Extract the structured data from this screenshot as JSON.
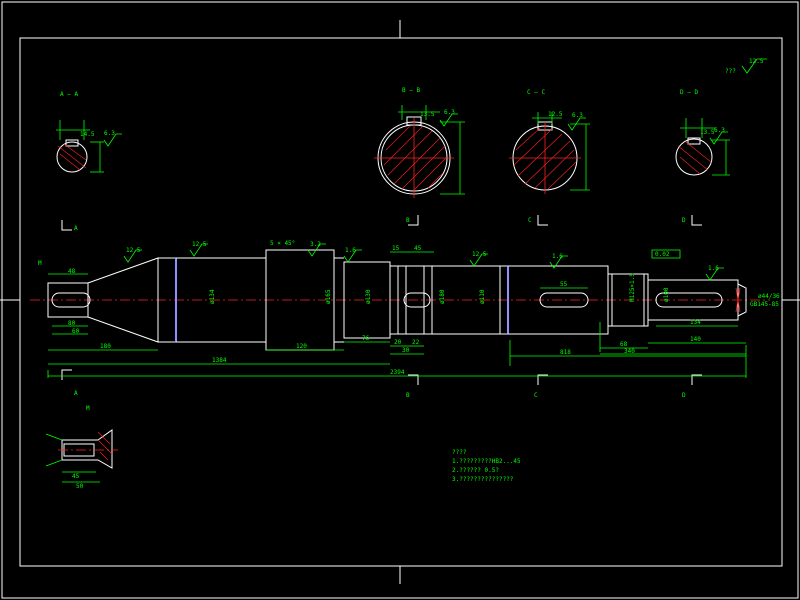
{
  "sheet": {
    "roughness_note": "???",
    "roughness_value": "12.5"
  },
  "sections": {
    "aa": "A — A",
    "bb": "B — B",
    "cc": "C — C",
    "dd": "D — D",
    "m": "M"
  },
  "cut_letters": {
    "a": "A",
    "b": "B",
    "c": "C",
    "d": "D",
    "m": "M"
  },
  "dims": {
    "d1384": "1384",
    "d2394": "2394",
    "d818": "818",
    "d180": "180",
    "d120": "120",
    "d340": "340",
    "d140": "140",
    "d134": "134",
    "d76": "76",
    "d20": "20",
    "d22": "22",
    "d30": "30",
    "d15": "15",
    "d45": "45",
    "d55": "55",
    "d68": "68",
    "d48": "48",
    "d60": "60",
    "d80": "80",
    "d50": "50",
    "d45b": "45",
    "chamfer": "5 × 45°",
    "phi134": "ø134",
    "phi165": "ø165",
    "phi130": "ø130",
    "phi180": "ø180",
    "phi110": "ø110",
    "phi100": "ø100",
    "phi125": "M125×1.5",
    "phi100b": "ø100",
    "r16": "1.6",
    "r32": "3.2",
    "r125": "12.5",
    "r16b": "1.6",
    "r63": "6.3",
    "tol": "0.02",
    "thread": "ø44/36",
    "thread2": "GB145-85",
    "key1": "14.5",
    "key2": "13.5",
    "key3": "12.5",
    "key4": "13.5"
  },
  "notes": {
    "title": "????",
    "line1": "1.?????????HB2...45",
    "line2": "2.?????? 0.5?",
    "line3": "3.???????????????"
  }
}
